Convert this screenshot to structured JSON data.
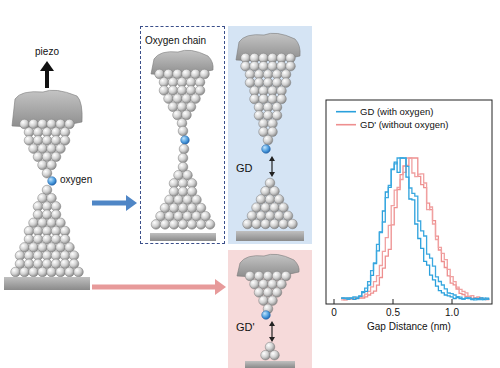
{
  "diagram": {
    "nodes": [
      {
        "text": [
          "Oxygen chain"
        ]
      },
      {
        "text": [
          "GD"
        ]
      },
      {
        "text": [
          "GD'"
        ]
      }
    ],
    "labels": [
      "piezo",
      "oxygen",
      "0",
      "0.5",
      "1.0",
      "Gap Distance (nm)"
    ],
    "legend": [
      {
        "text": "GD (with oxygen)"
      },
      {
        "text": "GD' (without oxygen)"
      }
    ]
  }
}
